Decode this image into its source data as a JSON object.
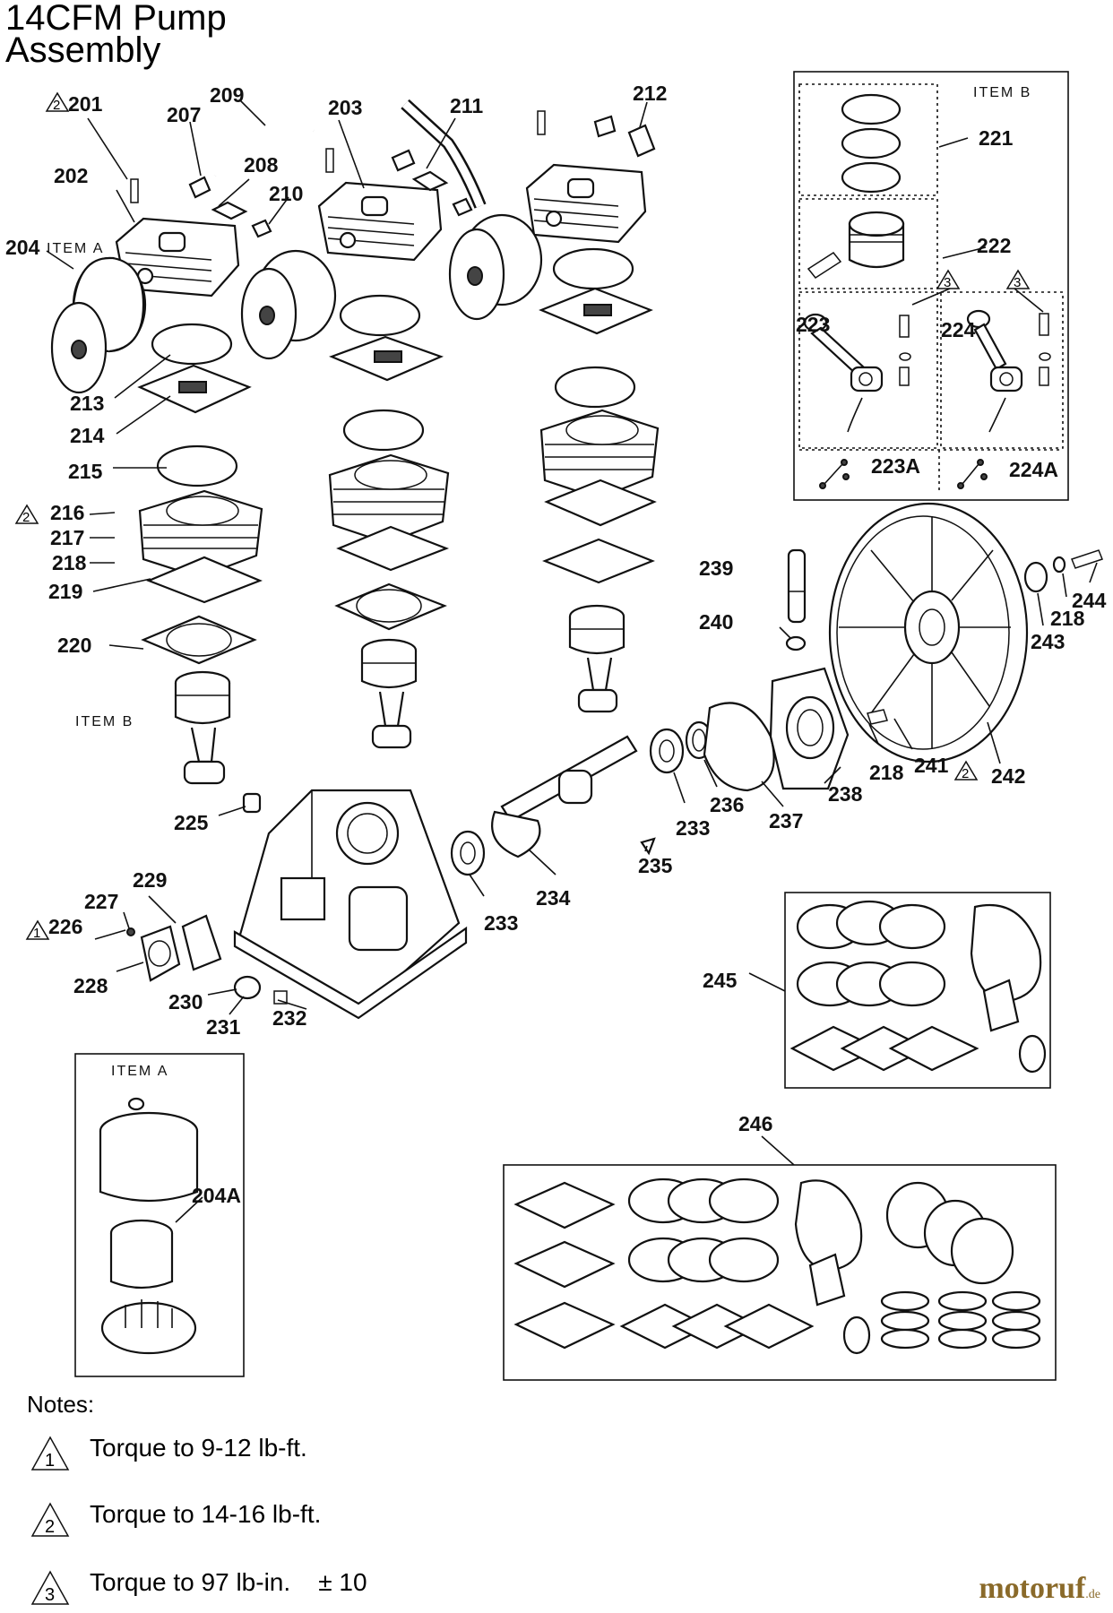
{
  "title": {
    "line1": "14CFM Pump",
    "line2": "Assembly"
  },
  "item_captions": {
    "item_a_head": "ITEM A",
    "item_b_head": "ITEM B",
    "item_b_label": "ITEM B",
    "item_a_box": "ITEM A"
  },
  "callouts": {
    "c201": "201",
    "c202": "202",
    "c203": "203",
    "c204": "204",
    "c207": "207",
    "c208": "208",
    "c209": "209",
    "c210": "210",
    "c211": "211",
    "c212": "212",
    "c213": "213",
    "c214": "214",
    "c215": "215",
    "c216": "216",
    "c217": "217",
    "c218a": "218",
    "c219": "219",
    "c220": "220",
    "c221": "221",
    "c222": "222",
    "c223": "223",
    "c223A": "223A",
    "c224": "224",
    "c224A": "224A",
    "c225": "225",
    "c226": "226",
    "c227": "227",
    "c228": "228",
    "c229": "229",
    "c230": "230",
    "c231": "231",
    "c232": "232",
    "c233a": "233",
    "c233b": "233",
    "c234": "234",
    "c235": "235",
    "c236": "236",
    "c237": "237",
    "c238": "238",
    "c239": "239",
    "c240": "240",
    "c241": "241",
    "c242": "242",
    "c243": "243",
    "c244": "244",
    "c245": "245",
    "c246": "246",
    "c218b": "218",
    "c218c": "218",
    "c204A": "204A"
  },
  "torque_marks": {
    "m201": "2",
    "m216": "2",
    "m226": "1",
    "m241": "2",
    "m223": "3",
    "m224": "3"
  },
  "notes": {
    "heading": "Notes:",
    "items": [
      {
        "mark": "1",
        "text": "Torque to 9-12 lb-ft."
      },
      {
        "mark": "2",
        "text": "Torque to 14-16 lb-ft."
      },
      {
        "mark": "3",
        "text": "Torque to 97 lb-in.    ± 10"
      }
    ]
  },
  "watermark": {
    "main": "motoruf",
    "suffix": ".de"
  }
}
